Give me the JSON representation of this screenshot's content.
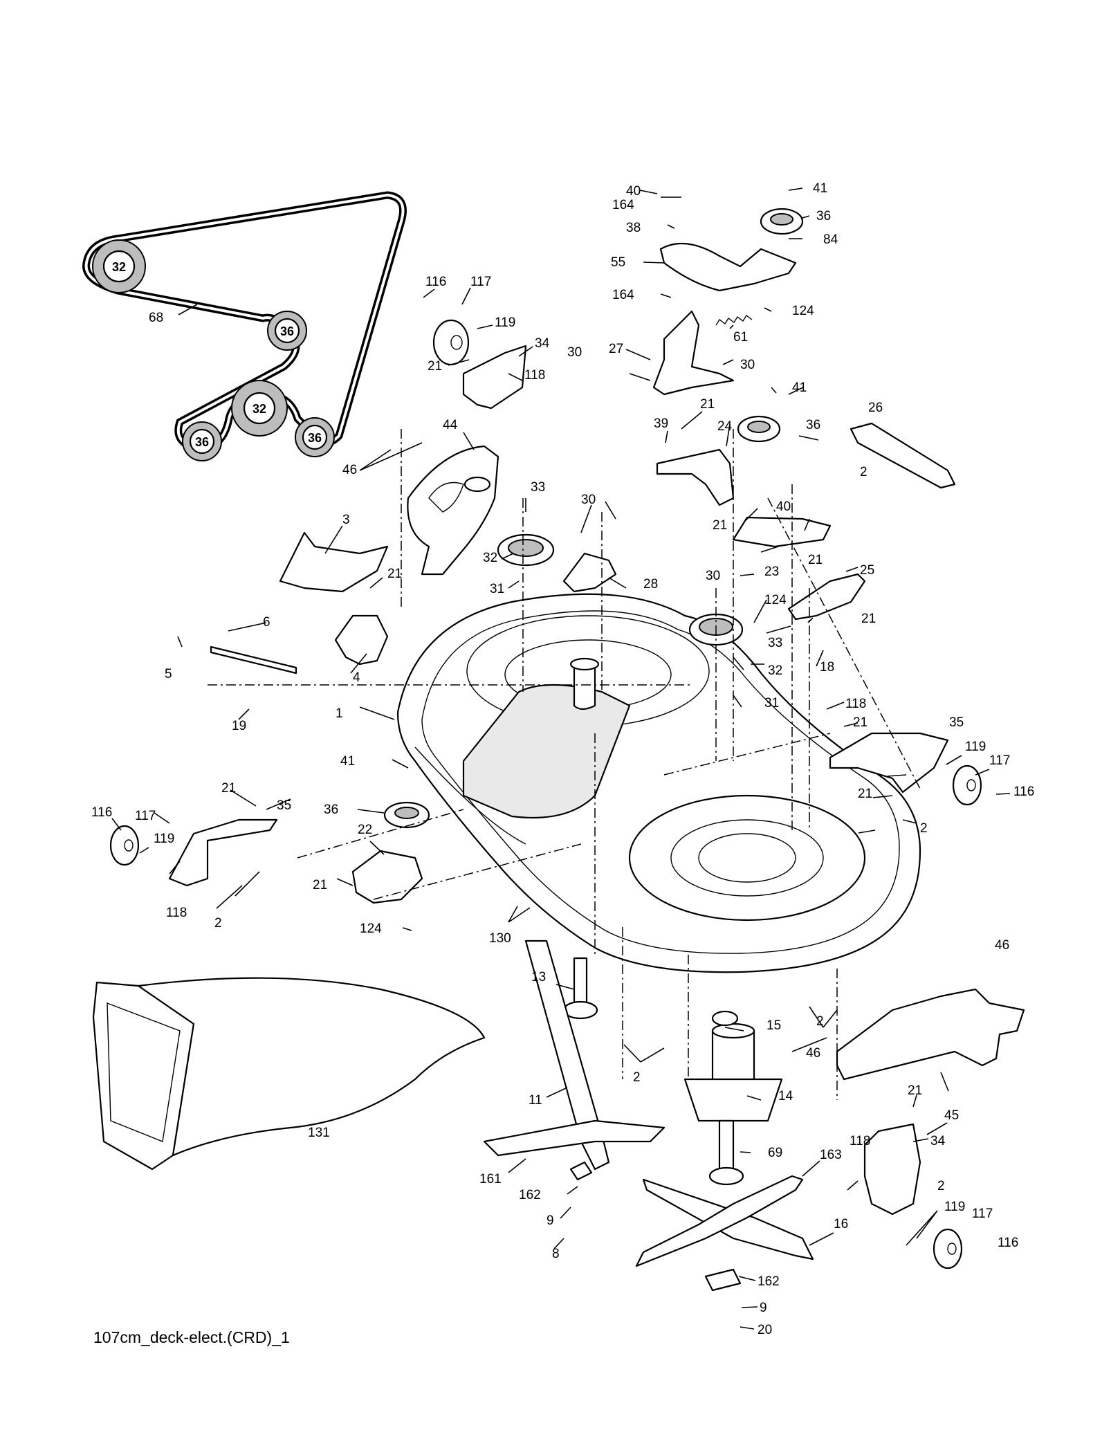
{
  "diagram_code": "107cm_deck-elect.(CRD)_1",
  "belt_pulleys": [
    "32",
    "36",
    "32",
    "36",
    "36"
  ],
  "labels": {
    "c1": "1",
    "c2a": "2",
    "c2b": "2",
    "c2c": "2",
    "c2d": "2",
    "c2e": "2",
    "c2f": "2",
    "c3": "3",
    "c4": "4",
    "c5": "5",
    "c6": "6",
    "c8": "8",
    "c9a": "9",
    "c9b": "9",
    "c11": "11",
    "c13": "13",
    "c14": "14",
    "c15": "15",
    "c16": "16",
    "c18": "18",
    "c19": "19",
    "c20": "20",
    "c21a": "21",
    "c21b": "21",
    "c21c": "21",
    "c21d": "21",
    "c21e": "21",
    "c21f": "21",
    "c21g": "21",
    "c21h": "21",
    "c21i": "21",
    "c21j": "21",
    "c22": "22",
    "c23": "23",
    "c24": "24",
    "c25": "25",
    "c26": "26",
    "c27": "27",
    "c28": "28",
    "c30a": "30",
    "c30b": "30",
    "c30c": "30",
    "c30d": "30",
    "c31a": "31",
    "c31b": "31",
    "c32a": "32",
    "c32b": "32",
    "c33a": "33",
    "c33b": "33",
    "c34a": "34",
    "c34b": "34",
    "c35a": "35",
    "c35b": "35",
    "c36a": "36",
    "c36b": "36",
    "c36c": "36",
    "c38": "38",
    "c39": "39",
    "c40a": "40",
    "c40b": "40",
    "c41a": "41",
    "c41b": "41",
    "c41c": "41",
    "c44": "44",
    "c45": "45",
    "c46a": "46",
    "c46b": "46",
    "c46c": "46",
    "c55": "55",
    "c61": "61",
    "c68": "68",
    "c69": "69",
    "c84": "84",
    "c116a": "116",
    "c116b": "116",
    "c116c": "116",
    "c116d": "116",
    "c117a": "117",
    "c117b": "117",
    "c117c": "117",
    "c117d": "117",
    "c118a": "118",
    "c118b": "118",
    "c118c": "118",
    "c118d": "118",
    "c119a": "119",
    "c119b": "119",
    "c119c": "119",
    "c119d": "119",
    "c124a": "124",
    "c124b": "124",
    "c124c": "124",
    "c130": "130",
    "c131": "131",
    "c161": "161",
    "c162a": "162",
    "c162b": "162",
    "c163": "163",
    "c164a": "164",
    "c164b": "164"
  }
}
